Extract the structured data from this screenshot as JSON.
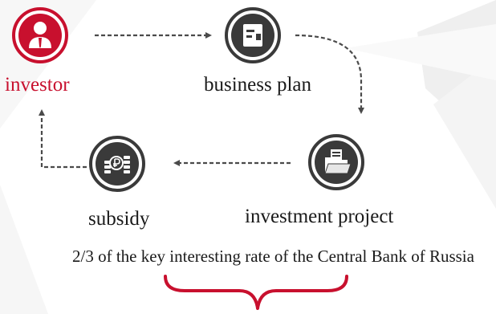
{
  "nodes": {
    "investor": {
      "label": "investor",
      "icon": "investor-person-icon",
      "color": "#c8102e"
    },
    "business_plan": {
      "label": "business plan",
      "icon": "document-icon",
      "color": "#3a3a3a"
    },
    "investment_project": {
      "label": "investment project",
      "icon": "folder-documents-icon",
      "color": "#3a3a3a"
    },
    "subsidy": {
      "label": "subsidy",
      "icon": "ruble-coins-icon",
      "color": "#3a3a3a"
    }
  },
  "caption": "2/3 of the key interesting rate of the Central Bank of Russia",
  "colors": {
    "accent": "#c8102e",
    "dark": "#3a3a3a",
    "arrow": "#4a4a4a",
    "background_shape": "#f2f2f2"
  },
  "icons": {
    "brace": "curly-brace-icon",
    "arrow": "dashed-arrow-icon"
  }
}
